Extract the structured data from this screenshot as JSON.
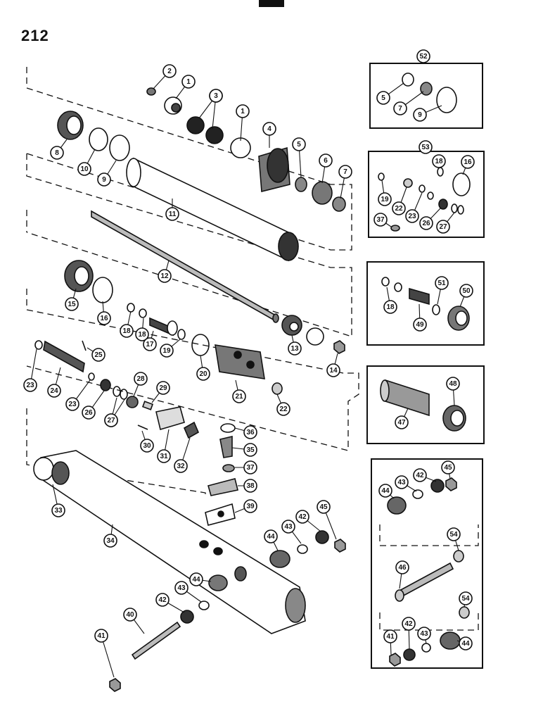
{
  "page_number": "212",
  "callout_labels": [
    "1",
    "2",
    "3",
    "4",
    "5",
    "6",
    "7",
    "8",
    "9",
    "10",
    "11",
    "12",
    "13",
    "14",
    "15",
    "16",
    "17",
    "18",
    "19",
    "20",
    "21",
    "22",
    "23",
    "24",
    "25",
    "26",
    "27",
    "28",
    "29",
    "30",
    "31",
    "32",
    "33",
    "34",
    "35",
    "36",
    "37",
    "38",
    "39",
    "40",
    "41",
    "42",
    "43",
    "44",
    "45",
    "46",
    "47",
    "48",
    "49",
    "50",
    "51",
    "52",
    "53",
    "54"
  ],
  "kit_boxes": [
    {
      "kit_number": "52",
      "contains": [
        "5",
        "7",
        "9"
      ]
    },
    {
      "kit_number": "53",
      "contains": [
        "18",
        "16",
        "19",
        "22",
        "23",
        "26",
        "27",
        "37"
      ]
    },
    {
      "contains": [
        "18",
        "49",
        "51",
        "50"
      ]
    },
    {
      "contains": [
        "47",
        "48"
      ]
    },
    {
      "contains": [
        "44",
        "43",
        "42",
        "45",
        "54",
        "46",
        "41"
      ]
    }
  ]
}
